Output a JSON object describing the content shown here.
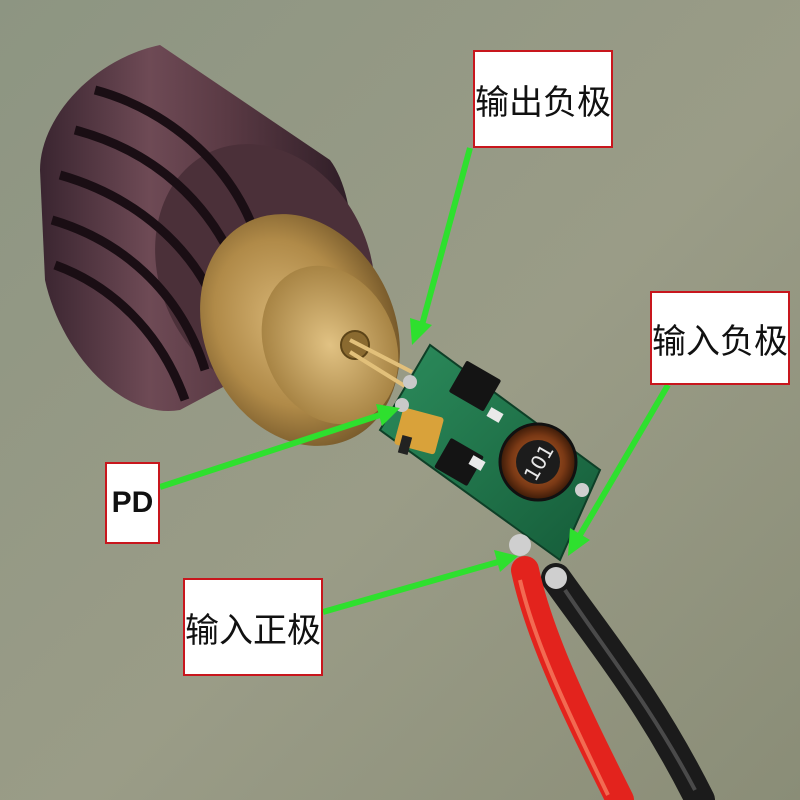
{
  "labels": {
    "output_negative": "输出负极",
    "input_negative": "输入负极",
    "pd": "PD",
    "input_positive": "输入正极"
  },
  "inductor_marking": "101",
  "colors": {
    "background": "#8f9480",
    "heatsink": "#5a3a44",
    "brass": "#b08a48",
    "pcb": "#1f7a4e",
    "arrow": "#2ee02e",
    "callout_border": "#c8161d",
    "wire_red": "#e3231d",
    "wire_black": "#1b1b1b"
  }
}
